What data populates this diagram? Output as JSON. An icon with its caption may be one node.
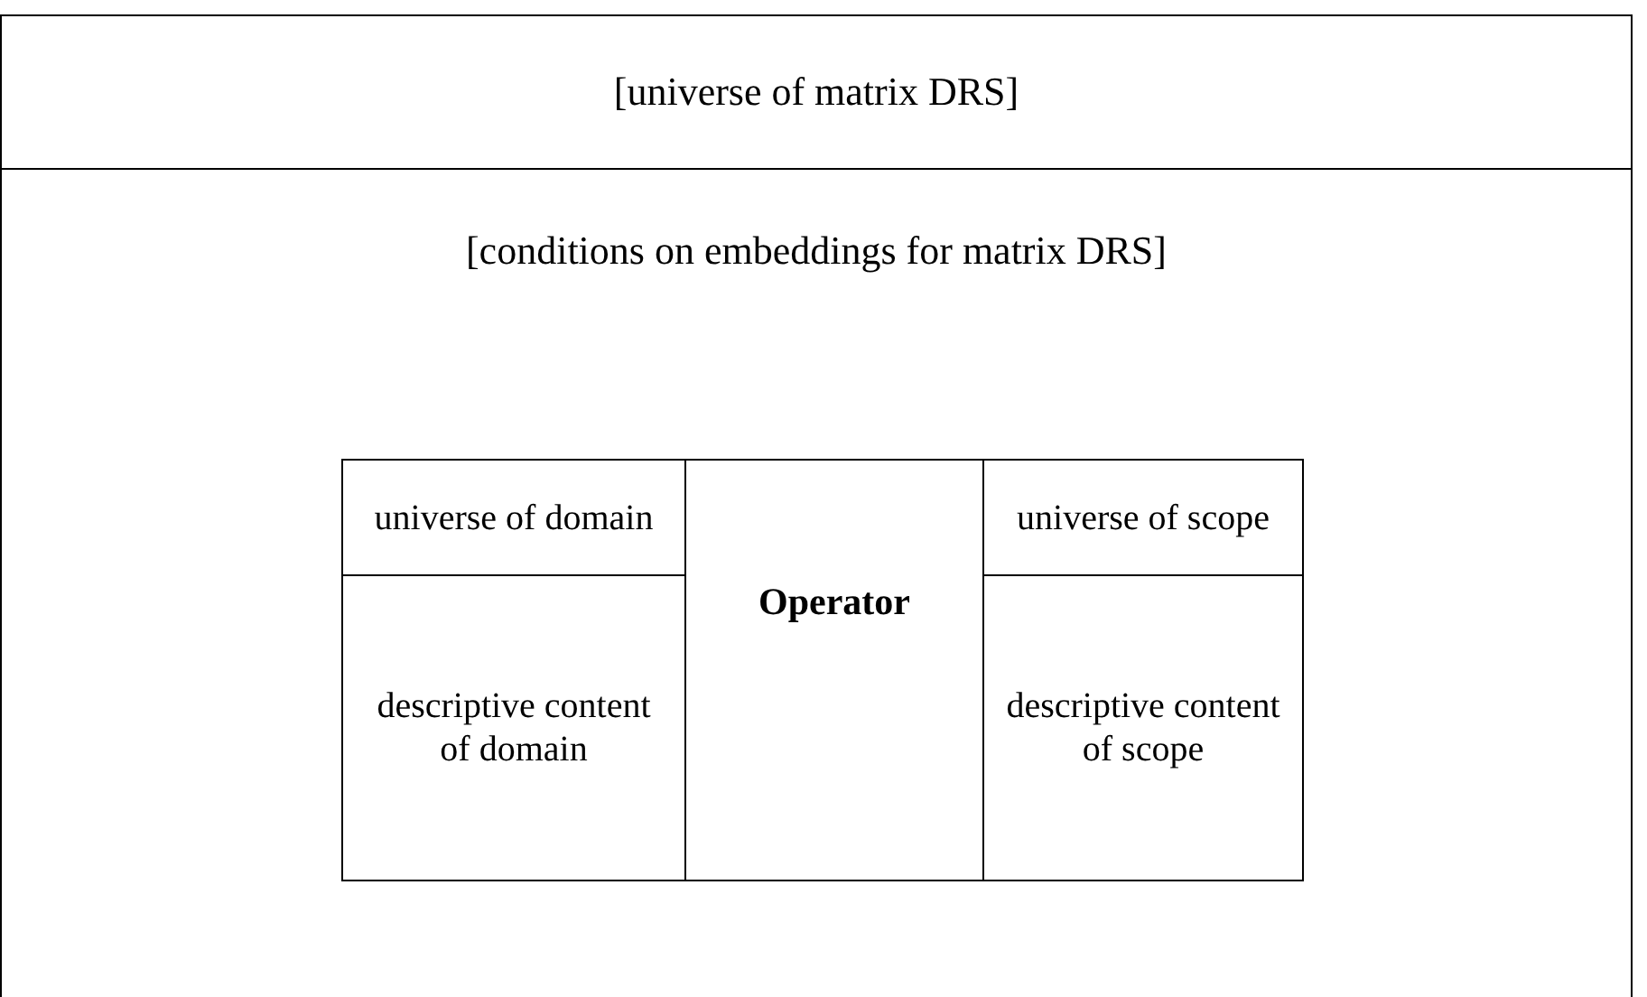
{
  "diagram": {
    "nodes": [
      {
        "text": [
          "[universe of matrix DRS]"
        ]
      },
      {
        "text": [
          "[conditions on embeddings for matrix DRS]"
        ]
      },
      {
        "text": [
          "universe of domain"
        ],
        "in": 1
      },
      {
        "text": [
          "descriptive content of domain"
        ],
        "in": 1
      },
      {
        "text": [
          "Operator"
        ],
        "in": 1
      },
      {
        "text": [
          "universe of scope"
        ],
        "in": 1
      },
      {
        "text": [
          "descriptive content of scope"
        ],
        "in": 1
      }
    ]
  }
}
